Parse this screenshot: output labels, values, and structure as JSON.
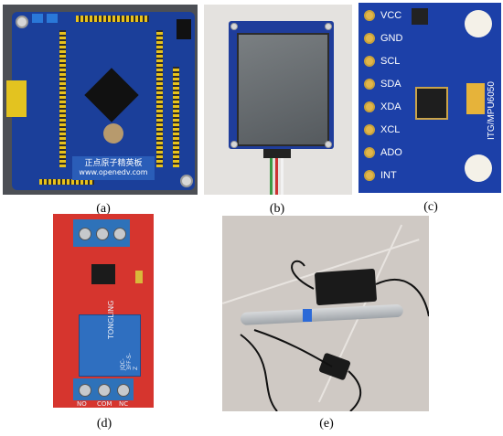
{
  "captions": {
    "a": "(a)",
    "b": "(b)",
    "c": "(c)",
    "d": "(d)",
    "e": "(e)"
  },
  "panel_a": {
    "board_text": "正点原子精英板",
    "board_url": "www.openedv.com"
  },
  "panel_c": {
    "pins": [
      "VCC",
      "GND",
      "SCL",
      "SDA",
      "XDA",
      "XCL",
      "ADO",
      "INT"
    ],
    "module_text": "ITG/MPU6050"
  },
  "panel_d": {
    "relay_text": "TONGLING",
    "relay_model": "JQC-3FF-S-Z",
    "terminal_labels": [
      "NO",
      "COM",
      "NC"
    ]
  },
  "colors": {
    "pcb_blue": "#1b3f9a",
    "relay_red": "#d6352e",
    "terminal_blue": "#2e72b9",
    "header_yellow": "#e8c21b"
  }
}
